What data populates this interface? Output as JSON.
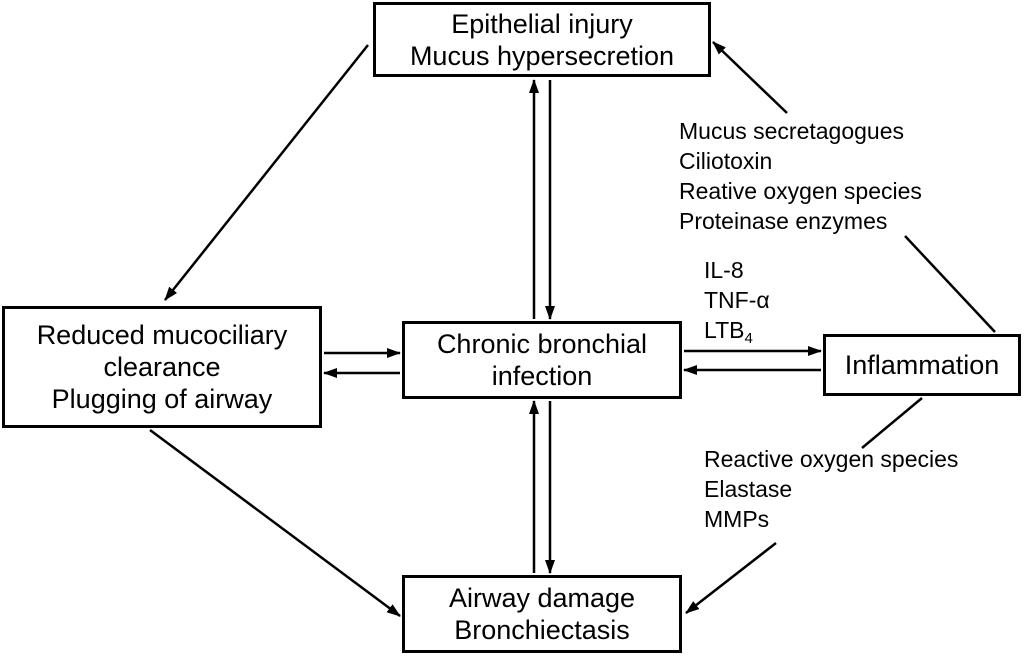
{
  "boxes": {
    "top": [
      "Epithelial injury",
      "Mucus hypersecretion"
    ],
    "left": [
      "Reduced mucociliary",
      "clearance",
      "Plugging of airway"
    ],
    "center": [
      "Chronic bronchial",
      "infection"
    ],
    "right": [
      "Inflammation"
    ],
    "bottom": [
      "Airway damage",
      "Bronchiectasis"
    ]
  },
  "labels": {
    "inflammation_to_top": [
      "Mucus secretagogues",
      "Ciliotoxin",
      "Reative oxygen species",
      "Proteinase enzymes"
    ],
    "infection_to_inflammation": {
      "il8": "IL-8",
      "tnf": "TNF-α",
      "ltb_main": "LTB",
      "ltb_sub": "4"
    },
    "inflammation_to_bottom": [
      "Reactive oxygen species",
      "Elastase",
      "MMPs"
    ]
  }
}
